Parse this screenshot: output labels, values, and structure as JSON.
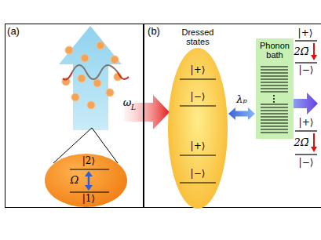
{
  "diagram": {
    "nodes": [
      {
        "text": [
          "(a)"
        ]
      },
      {
        "text": [
          "|2⟩",
          "Ω",
          "|1⟩"
        ],
        "in": 0
      },
      {
        "text": [
          "(b)"
        ]
      },
      {
        "text": [
          "Dressed states",
          "|+⟩",
          "|−⟩",
          "|+⟩",
          "|−⟩"
        ],
        "in": 2
      },
      {
        "text": [
          "Phonon bath"
        ],
        "in": 2
      }
    ],
    "edges": [
      {
        "from": 3,
        "to": 4,
        "arrow": "both",
        "label": "λₚ"
      }
    ],
    "labels": [
      "ω",
      "L",
      "|+⟩",
      "2Ω̄",
      "|−⟩",
      "|+⟩",
      "2Ω̄",
      "|−⟩"
    ]
  }
}
